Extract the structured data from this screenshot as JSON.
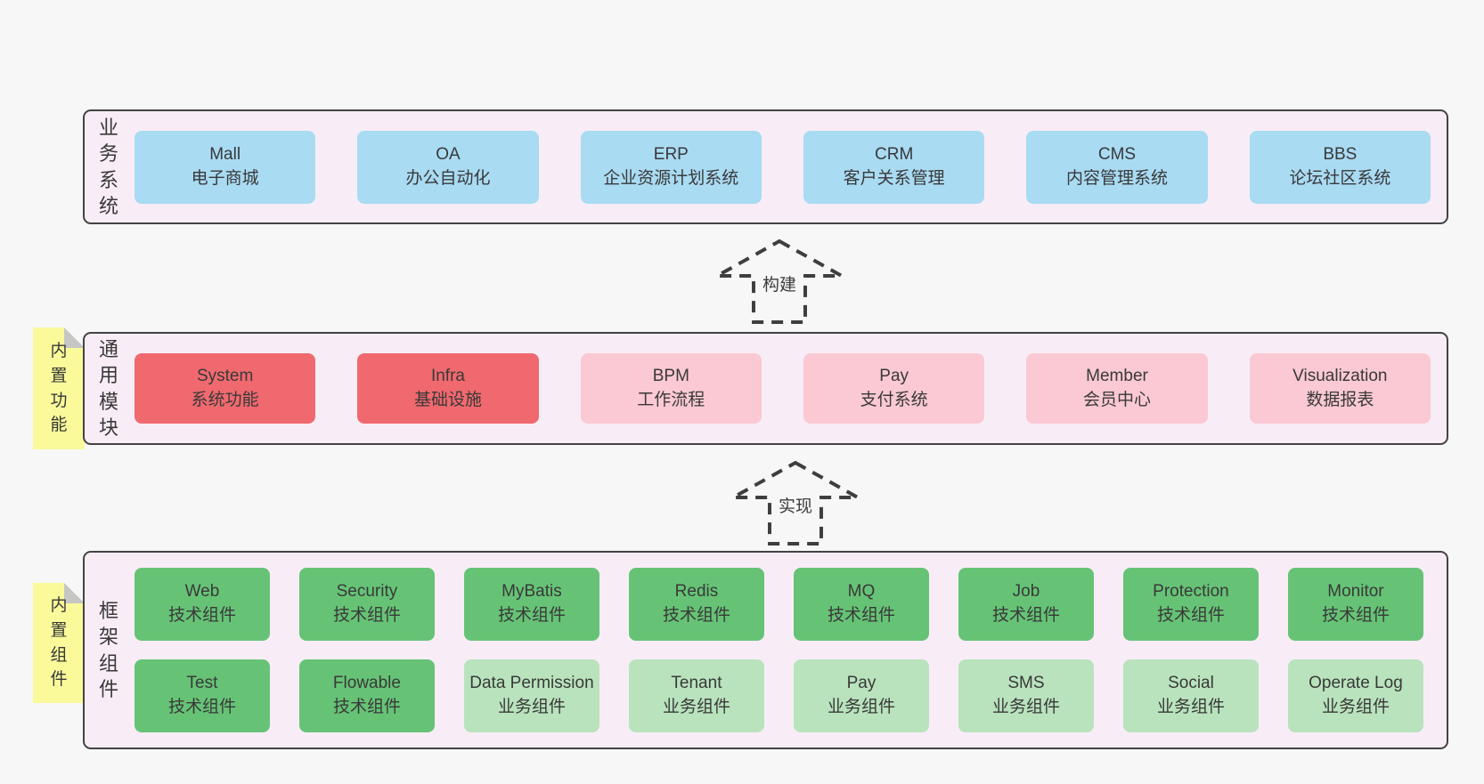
{
  "colors": {
    "page_bg": "#f7f7f7",
    "layer_bg": "#f8edf6",
    "layer_border": "#434343",
    "blue_box": "#a9dbf3",
    "red_box": "#f0696e",
    "pink_box": "#fac9d3",
    "green_box": "#66c376",
    "light_green_box": "#b9e3bd",
    "note_yellow": "#fafa9b",
    "note_fold_gray": "#c6c6c6",
    "arrow_stroke": "#3e3e3e",
    "text": "#3a3a3a"
  },
  "layers": {
    "business": {
      "label": "业务系统",
      "boxes": [
        {
          "name": "Mall",
          "desc": "电子商城"
        },
        {
          "name": "OA",
          "desc": "办公自动化"
        },
        {
          "name": "ERP",
          "desc": "企业资源计划系统"
        },
        {
          "name": "CRM",
          "desc": "客户关系管理"
        },
        {
          "name": "CMS",
          "desc": "内容管理系统"
        },
        {
          "name": "BBS",
          "desc": "论坛社区系统"
        }
      ]
    },
    "modules": {
      "label": "通用模块",
      "note": "内置功能",
      "boxes": [
        {
          "name": "System",
          "desc": "系统功能"
        },
        {
          "name": "Infra",
          "desc": "基础设施"
        },
        {
          "name": "BPM",
          "desc": "工作流程"
        },
        {
          "name": "Pay",
          "desc": "支付系统"
        },
        {
          "name": "Member",
          "desc": "会员中心"
        },
        {
          "name": "Visualization",
          "desc": "数据报表"
        }
      ]
    },
    "components": {
      "label": "框架组件",
      "note": "内置组件",
      "row1": [
        {
          "name": "Web",
          "desc": "技术组件"
        },
        {
          "name": "Security",
          "desc": "技术组件"
        },
        {
          "name": "MyBatis",
          "desc": "技术组件"
        },
        {
          "name": "Redis",
          "desc": "技术组件"
        },
        {
          "name": "MQ",
          "desc": "技术组件"
        },
        {
          "name": "Job",
          "desc": "技术组件"
        },
        {
          "name": "Protection",
          "desc": "技术组件"
        },
        {
          "name": "Monitor",
          "desc": "技术组件"
        }
      ],
      "row2": [
        {
          "name": "Test",
          "desc": "技术组件"
        },
        {
          "name": "Flowable",
          "desc": "技术组件"
        },
        {
          "name": "Data Permission",
          "desc": "业务组件"
        },
        {
          "name": "Tenant",
          "desc": "业务组件"
        },
        {
          "name": "Pay",
          "desc": "业务组件"
        },
        {
          "name": "SMS",
          "desc": "业务组件"
        },
        {
          "name": "Social",
          "desc": "业务组件"
        },
        {
          "name": "Operate Log",
          "desc": "业务组件"
        }
      ]
    }
  },
  "arrows": {
    "build": {
      "label": "构建"
    },
    "implement": {
      "label": "实现"
    }
  }
}
